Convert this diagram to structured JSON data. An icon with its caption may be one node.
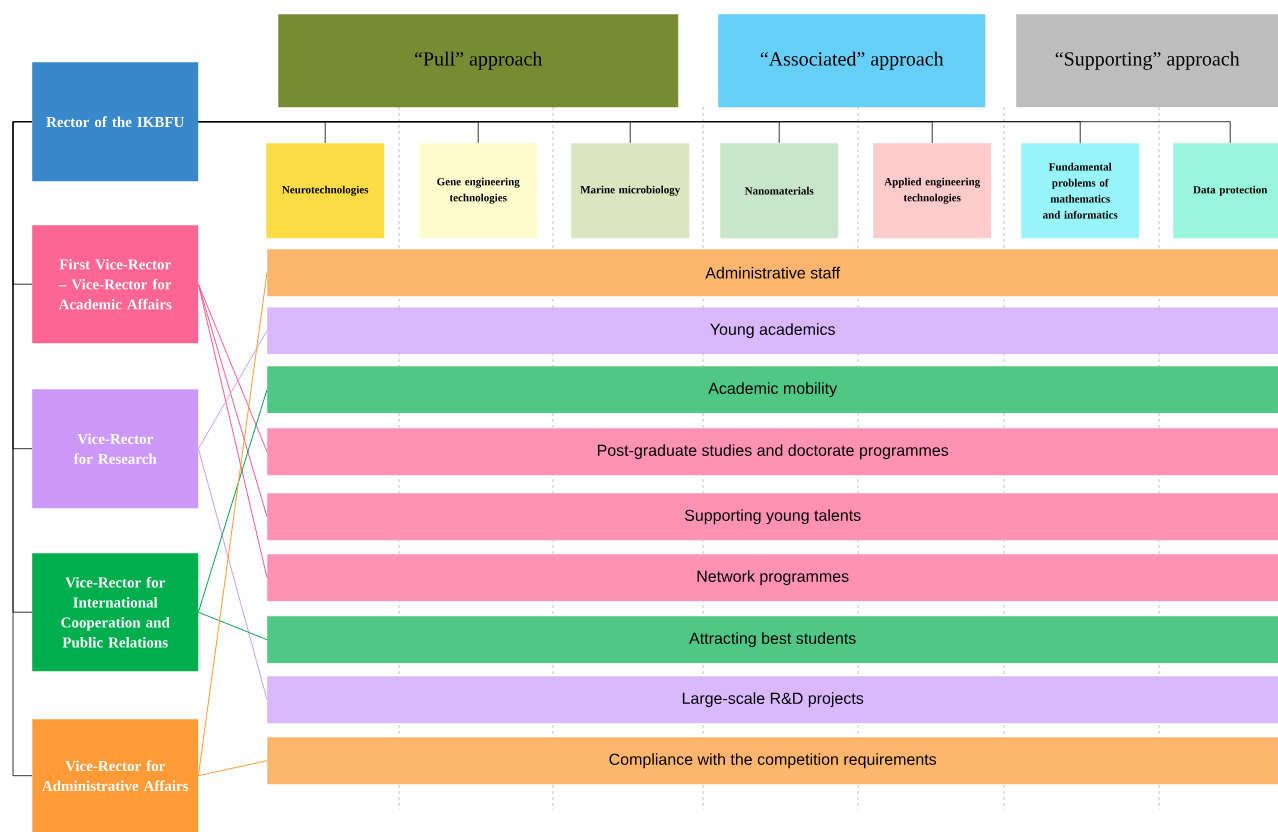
{
  "diagram": {
    "nodes": [
      {
        "text": [
          "“Pull” approach"
        ]
      },
      {
        "text": [
          "“Associated” approach"
        ]
      },
      {
        "text": [
          "“Supporting” approach"
        ]
      },
      {
        "text": [
          "Rector of the IKBFU"
        ]
      },
      {
        "text": [
          "First Vice-Rector – Vice-Rector for Academic Affairs"
        ]
      },
      {
        "text": [
          "Vice-Rector for Research"
        ]
      },
      {
        "text": [
          "Vice-Rector for International Cooperation and Public Relations"
        ]
      },
      {
        "text": [
          "Vice-Rector for Administrative Affairs"
        ]
      },
      {
        "text": [
          "Neurotechnologies"
        ]
      },
      {
        "text": [
          "Gene engineering technologies"
        ]
      },
      {
        "text": [
          "Marine microbiology"
        ]
      },
      {
        "text": [
          "Nanomaterials"
        ]
      },
      {
        "text": [
          "Applied engineering technologies"
        ]
      },
      {
        "text": [
          "Fundamental problems of mathematics and informatics"
        ]
      },
      {
        "text": [
          "Data protection"
        ]
      },
      {
        "text": [
          "Administrative staff"
        ]
      },
      {
        "text": [
          "Young academics"
        ]
      },
      {
        "text": [
          "Academic mobility"
        ]
      },
      {
        "text": [
          "Post-graduate studies and doctorate programmes"
        ]
      },
      {
        "text": [
          "Supporting young talents"
        ]
      },
      {
        "text": [
          "Network programmes"
        ]
      },
      {
        "text": [
          "Attracting best students"
        ]
      },
      {
        "text": [
          "Large-scale R&D projects"
        ]
      },
      {
        "text": [
          "Compliance with the competition requirements"
        ]
      }
    ],
    "edges": [
      {
        "from": 3,
        "to": 8,
        "arrow": "none"
      },
      {
        "from": 3,
        "to": 9,
        "arrow": "none"
      },
      {
        "from": 3,
        "to": 10,
        "arrow": "none"
      },
      {
        "from": 3,
        "to": 11,
        "arrow": "none"
      },
      {
        "from": 3,
        "to": 12,
        "arrow": "none"
      },
      {
        "from": 3,
        "to": 13,
        "arrow": "none"
      },
      {
        "from": 3,
        "to": 14,
        "arrow": "none"
      },
      {
        "from": 3,
        "to": 4,
        "arrow": "none"
      },
      {
        "from": 3,
        "to": 5,
        "arrow": "none"
      },
      {
        "from": 3,
        "to": 6,
        "arrow": "none"
      },
      {
        "from": 3,
        "to": 7,
        "arrow": "none"
      },
      {
        "from": 4,
        "to": 18,
        "arrow": "none",
        "color": "#f7598c"
      },
      {
        "from": 4,
        "to": 19,
        "arrow": "none",
        "color": "#f7598c"
      },
      {
        "from": 4,
        "to": 20,
        "arrow": "none",
        "color": "#f7598c"
      },
      {
        "from": 5,
        "to": 16,
        "arrow": "none",
        "color": "#c89cf7"
      },
      {
        "from": 5,
        "to": 22,
        "arrow": "none",
        "color": "#c89cf7"
      },
      {
        "from": 6,
        "to": 17,
        "arrow": "none",
        "color": "#00a650"
      },
      {
        "from": 6,
        "to": 21,
        "arrow": "none",
        "color": "#00a650"
      },
      {
        "from": 7,
        "to": 15,
        "arrow": "none",
        "color": "#fe9b37"
      },
      {
        "from": 7,
        "to": 23,
        "arrow": "none",
        "color": "#fe9b37"
      }
    ]
  }
}
